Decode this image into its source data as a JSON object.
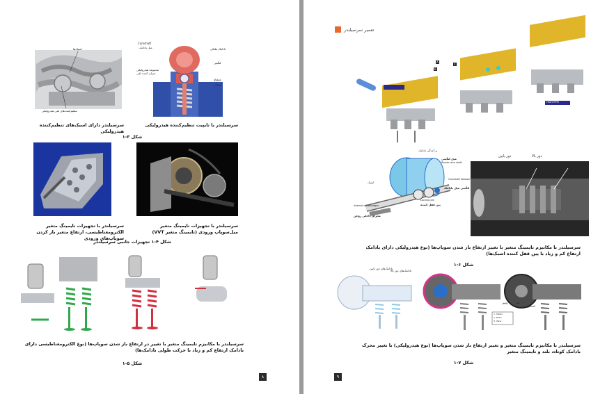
{
  "header": {
    "title": "تعمیر سرسیلندر"
  },
  "left_page": {
    "page_number": "۸",
    "images": {
      "valve_rockers": {
        "labels": [
          "اسبک‌ها",
          "تنظیم‌کننده‌های لقی هیدرولیکی"
        ]
      },
      "tappet": {
        "labels": [
          "Camshaft",
          "میل بادامک",
          "بادامک غلتکی",
          "لنگیتی",
          "مجموعه هیدرولیکی",
          "جبران کننده لقی",
          "Valve",
          "سوپاپ"
        ]
      }
    },
    "cap_a": "سرسیلندر دارای اسبک‌های تنظیم‌کننده هیدرولیکی",
    "cap_b": "سرسیلندر با تایپیت تنظیم‌کننده هیدرولیکی",
    "fig1": "شکل ۳-۱",
    "cap_c": "سرسیلندر با تجهیزات تایمینگ متغیر الکترومغناطیسی، ارتفاع متغیر باز کردن سوپاپ‌های ورودی",
    "cap_d": "سرسیلندر با تجهیزات تایمینگ متغیر میل‌سوپاپ ورودی (تایمینگ متغیر VVT)",
    "fig2": "شکل ۴-۱ تجهیزات جانبی سرسیلندر",
    "cap_e": "سرسیلندر با مکانیزم تایمینگ متغیر با تغییر در ارتفاع باز شدن سوپاپ‌ها (نوع الکترومغناطیسی دارای بادامک ارتفاع کم و زیاد با حرکت طولی بادامک‌ها)",
    "fig3": "شکل ۵-۱"
  },
  "right_page": {
    "page_number": "۹",
    "images": {
      "rpm_rockers": {
        "labels": [
          "LOW RPM",
          "HIGH RPM",
          "A",
          "B",
          "C"
        ]
      },
      "rocker_diagram": {
        "labels": [
          "اسبک",
          "میل لنگیتی",
          "Rocker arm shaft",
          "بر آمدگی بادامک",
          "Camshaft follower",
          "لنگیتی میل بادامک",
          "Locking pin",
          "پین قفل کننده",
          "Internal oil passages",
          "مجرای داخلی روغن"
        ]
      },
      "photo": {
        "labels": [
          "دور بالا",
          "دور پایین"
        ]
      },
      "phasers": {
        "labels": [
          "بادامک‌های دور بالا",
          "بادامک‌های دور پایین",
          "روتور",
          "فنر",
          "استاتور",
          "1. Stator",
          "2. Rotor",
          "3. Vane"
        ]
      }
    },
    "cap_a": "سرسیلندر با مکانیزم تایمینگ متغیر با تغییر ارتفاع باز شدن سوپاپ‌ها (نوع هیدرولیکی دارای بادامک ارتفاع کم و زیاد با پین قفل کننده اسبک‌ها)",
    "fig1": "شکل ۶-۱",
    "cap_b": "سرسیلندر با مکانیزم تایمینگ متغیر و تغییر ارتفاع باز شدن سوپاپ‌ها (نوع هیدرولیکی) با تغییر محرک بادامک کوتاه، بلند و تایمینگ متغیر",
    "fig2": "شکل ۷-۱"
  },
  "colors": {
    "accent": "#e46a2e",
    "gold": "#e0b52a",
    "green": "#2ea84a",
    "red": "#d03040",
    "blue": "#2a6fc7",
    "dark_bg": "#0a0a0a",
    "navy_bg": "#1c3aa8"
  }
}
